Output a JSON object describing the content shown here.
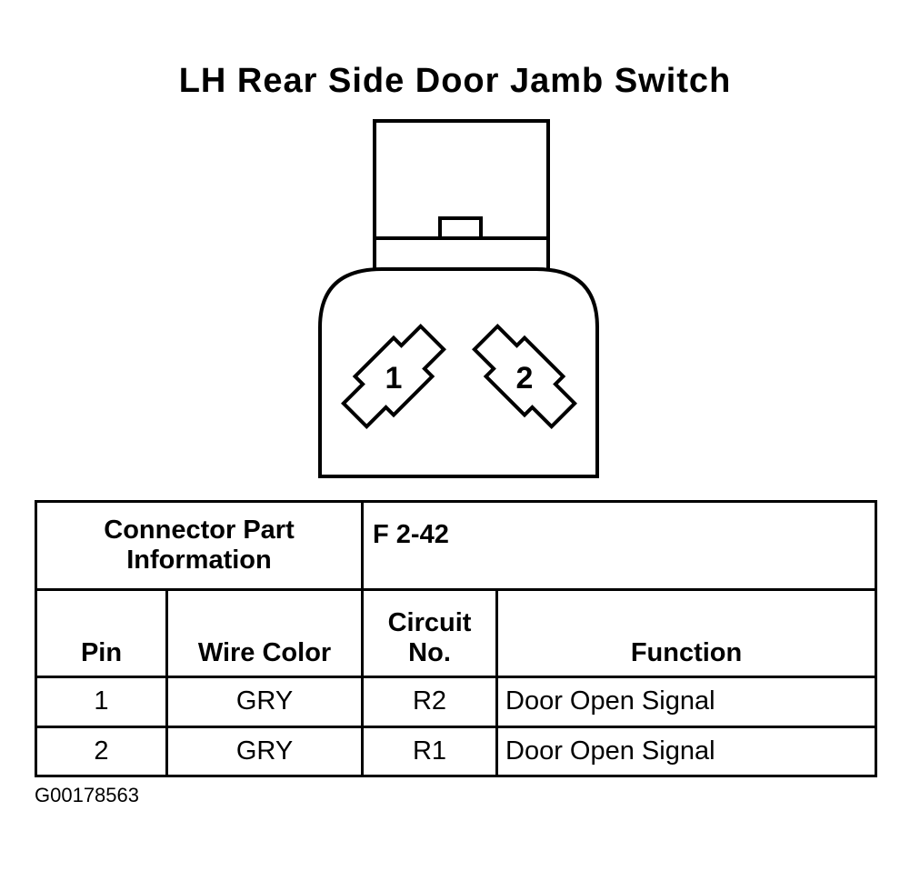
{
  "diagram": {
    "title": "LH Rear Side Door Jamb Switch",
    "figure_id": "G00178563",
    "pins": [
      {
        "label": "1"
      },
      {
        "label": "2"
      }
    ]
  },
  "table": {
    "connector_header": "Connector Part Information",
    "connector_part": "F 2-42",
    "columns": [
      "Pin",
      "Wire Color",
      "Circuit No.",
      "Function"
    ],
    "rows": [
      {
        "pin": "1",
        "wire_color": "GRY",
        "circuit": "R2",
        "function": "Door Open Signal"
      },
      {
        "pin": "2",
        "wire_color": "GRY",
        "circuit": "R1",
        "function": "Door Open Signal"
      }
    ]
  }
}
